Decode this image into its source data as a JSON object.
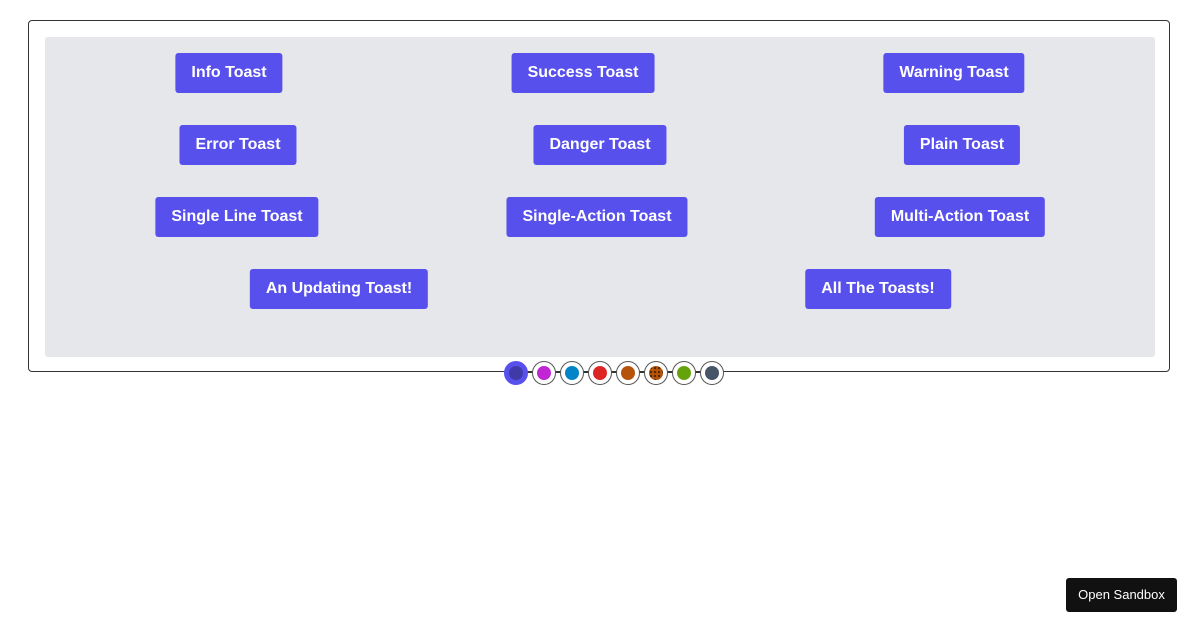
{
  "toast_buttons": [
    {
      "label": "Info Toast"
    },
    {
      "label": "Success Toast"
    },
    {
      "label": "Warning Toast"
    },
    {
      "label": "Error Toast"
    },
    {
      "label": "Danger Toast"
    },
    {
      "label": "Plain Toast"
    },
    {
      "label": "Single Line Toast"
    },
    {
      "label": "Single-Action Toast"
    },
    {
      "label": "Multi-Action Toast"
    },
    {
      "label": "An Updating Toast!"
    },
    {
      "label": "All The Toasts!"
    }
  ],
  "theme_swatches": [
    {
      "color": "#4f46e5",
      "selected": true
    },
    {
      "color": "#c026d3"
    },
    {
      "color": "#0284c7"
    },
    {
      "color": "#dc2626"
    },
    {
      "color": "#b45309"
    },
    {
      "color": "#b45309",
      "pattern": true
    },
    {
      "color": "#65a30d"
    },
    {
      "color": "#475569"
    }
  ],
  "colors": {
    "button_bg": "#5850ec",
    "panel_bg": "#e5e7eb",
    "sandbox_bg": "#111111"
  },
  "sandbox": {
    "label": "Open Sandbox"
  }
}
